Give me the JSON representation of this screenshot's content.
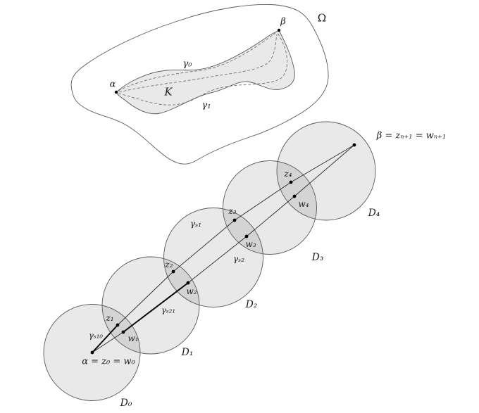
{
  "figure_labels": {
    "omega": "Ω",
    "K": "K",
    "alpha": "α",
    "beta": "β",
    "gamma0": "γ₀",
    "gamma1": "γ₁"
  },
  "chain_labels": {
    "alpha_eq": "α = z₀ = w₀",
    "beta_eq": "β = zₙ₊₁ = wₙ₊₁",
    "z": [
      "z₁",
      "z₂",
      "z₃",
      "z₄"
    ],
    "w": [
      "w₁",
      "w₂",
      "w₃",
      "w₄"
    ],
    "gamma_s1": "γₛ₁",
    "gamma_s2": "γₛ₂",
    "gamma_s10": "γₛ₁₀",
    "gamma_s21": "γₛ₂₁",
    "disks": [
      "D₀",
      "D₁",
      "D₂",
      "D₃",
      "D₄"
    ]
  },
  "colors": {
    "background": "#ffffff",
    "disk_fill": "#e9e9e9",
    "lens_fill": "#d2d2d2",
    "outline": "#5a5a5a",
    "dashed": "#6a6a6a",
    "chain_thin": "#2a2a2a",
    "chain_thick": "#000000",
    "dot": "#000000",
    "text": "#1a1a1a"
  }
}
